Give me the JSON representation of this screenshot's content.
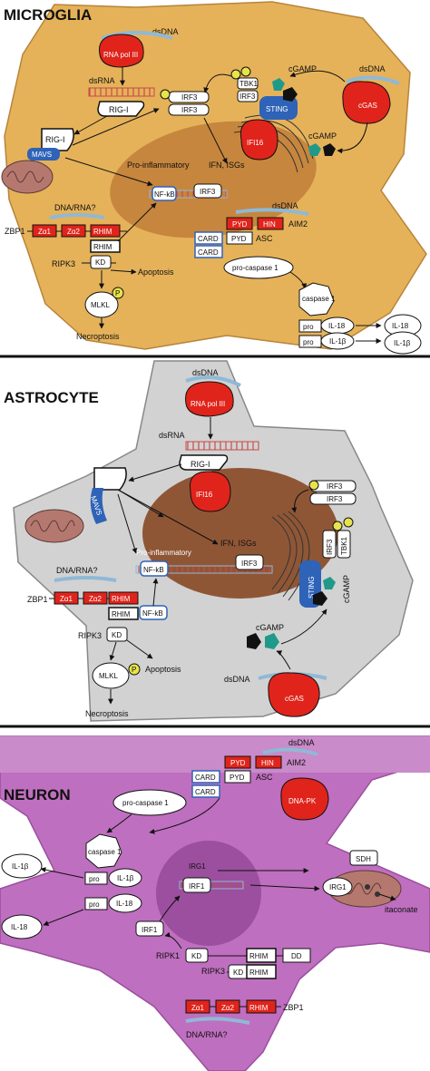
{
  "panels": {
    "microglia": {
      "title": "MICROGLIA",
      "labels": {
        "dsdna1": "dsDNA",
        "rnapol": "RNA pol III",
        "dsrna": "dsRNA",
        "rigi1": "RIG-I",
        "rigi2": "RIG-I",
        "mavs": "MAVS",
        "irf3a": "IRF3",
        "irf3b": "IRF3",
        "tbk1": "TBK1",
        "irf3c": "IRF3",
        "sting": "STING",
        "cgamp1": "cGAMP",
        "dsdna2": "dsDNA",
        "cgas": "cGAS",
        "cgamp2": "cGAMP",
        "ifi16": "IFI16",
        "proinf": "Pro-inflammatory",
        "ifn": "IFN, ISGs",
        "nfkb": "NF-kB",
        "irf3d": "IRF3",
        "dnarna": "DNA/RNA?",
        "zbp1": "ZBP1",
        "za1": "Zα1",
        "za2": "Zα2",
        "rhim1": "RHIM",
        "rhim2": "RHIM",
        "ripk3": "RIPK3",
        "kd": "KD",
        "apoptosis": "Apoptosis",
        "mlkl": "MLKL",
        "p": "P",
        "necroptosis": "Necroptosis",
        "dsdna3": "dsDNA",
        "pyd1": "PYD",
        "hin": "HIN",
        "aim2": "AIM2",
        "card1": "CARD",
        "pyd2": "PYD",
        "asc": "ASC",
        "card2": "CARD",
        "procasp": "pro-caspase 1",
        "casp": "caspase 1",
        "pro1": "pro",
        "il18a": "IL-18",
        "il18b": "IL-18",
        "pro2": "pro",
        "il1ba": "IL-1β",
        "il1bb": "IL-1β"
      }
    },
    "astrocyte": {
      "title": "ASTROCYTE",
      "labels": {
        "dsdna1": "dsDNA",
        "rnapol": "RNA pol III",
        "dsrna": "dsRNA",
        "rigi": "RIG-I",
        "mavs": "MAVS",
        "ifi16": "IFI16",
        "irf3a": "IRF3",
        "irf3b": "IRF3",
        "ifn": "IFN, ISGs",
        "proinf": "Pro-inflammatory",
        "nfkb1": "NF-kB",
        "irf3c": "IRF3",
        "irf3d": "IRF3",
        "tbk1": "TBK1",
        "sting": "STING",
        "cgamp1": "cGAMP",
        "cgamp2": "cGAMP",
        "dnarna": "DNA/RNA?",
        "zbp1": "ZBP1",
        "za1": "Zα1",
        "za2": "Zα2",
        "rhim1": "RHIM",
        "rhim2": "RHIM",
        "nfkb2": "NF-kB",
        "ripk3": "RIPK3",
        "kd": "KD",
        "apoptosis": "Apoptosis",
        "mlkl": "MLKL",
        "p": "P",
        "necroptosis": "Necroptosis",
        "dsdna2": "dsDNA",
        "cgas": "cGAS"
      }
    },
    "neuron": {
      "title": "NEURON",
      "labels": {
        "dsdna1": "dsDNA",
        "pyd1": "PYD",
        "hin": "HIN",
        "aim2": "AIM2",
        "card1": "CARD",
        "pyd2": "PYD",
        "asc": "ASC",
        "card2": "CARD",
        "procasp": "pro-caspase 1",
        "dnapk": "DNA-PK",
        "casp": "caspase 1",
        "pro1": "pro",
        "il1ba": "IL-1β",
        "il1bb": "IL-1β",
        "pro2": "pro",
        "il18a": "IL-18",
        "il18b": "IL-18",
        "irg1a": "IRG1",
        "irf1a": "IRF1",
        "irg1b": "IRG1",
        "sdh": "SDH",
        "itaconate": "itaconate",
        "irf1b": "IRF1",
        "ripk1": "RIPK1",
        "kd1": "KD",
        "rhim1": "RHIM",
        "dd": "DD",
        "ripk3": "RIPK3",
        "kd2": "KD",
        "rhim2": "RHIM",
        "za1": "Zα1",
        "za2": "Zα2",
        "rhim3": "RHIM",
        "zbp1": "ZBP1",
        "dnarna": "DNA/RNA?"
      }
    }
  },
  "colors": {
    "microglia_cell": "#e5b25a",
    "microglia_nucleus": "#c6863e",
    "astrocyte_cell": "#d2d2d2",
    "astrocyte_nucleus": "#8f5636",
    "neuron_cell": "#bf6fbf",
    "neuron_nucleus": "#9b4f9e",
    "red_protein": "#e0241b",
    "blue_protein": "#2e63b8",
    "dna": "#8fb9d6"
  }
}
